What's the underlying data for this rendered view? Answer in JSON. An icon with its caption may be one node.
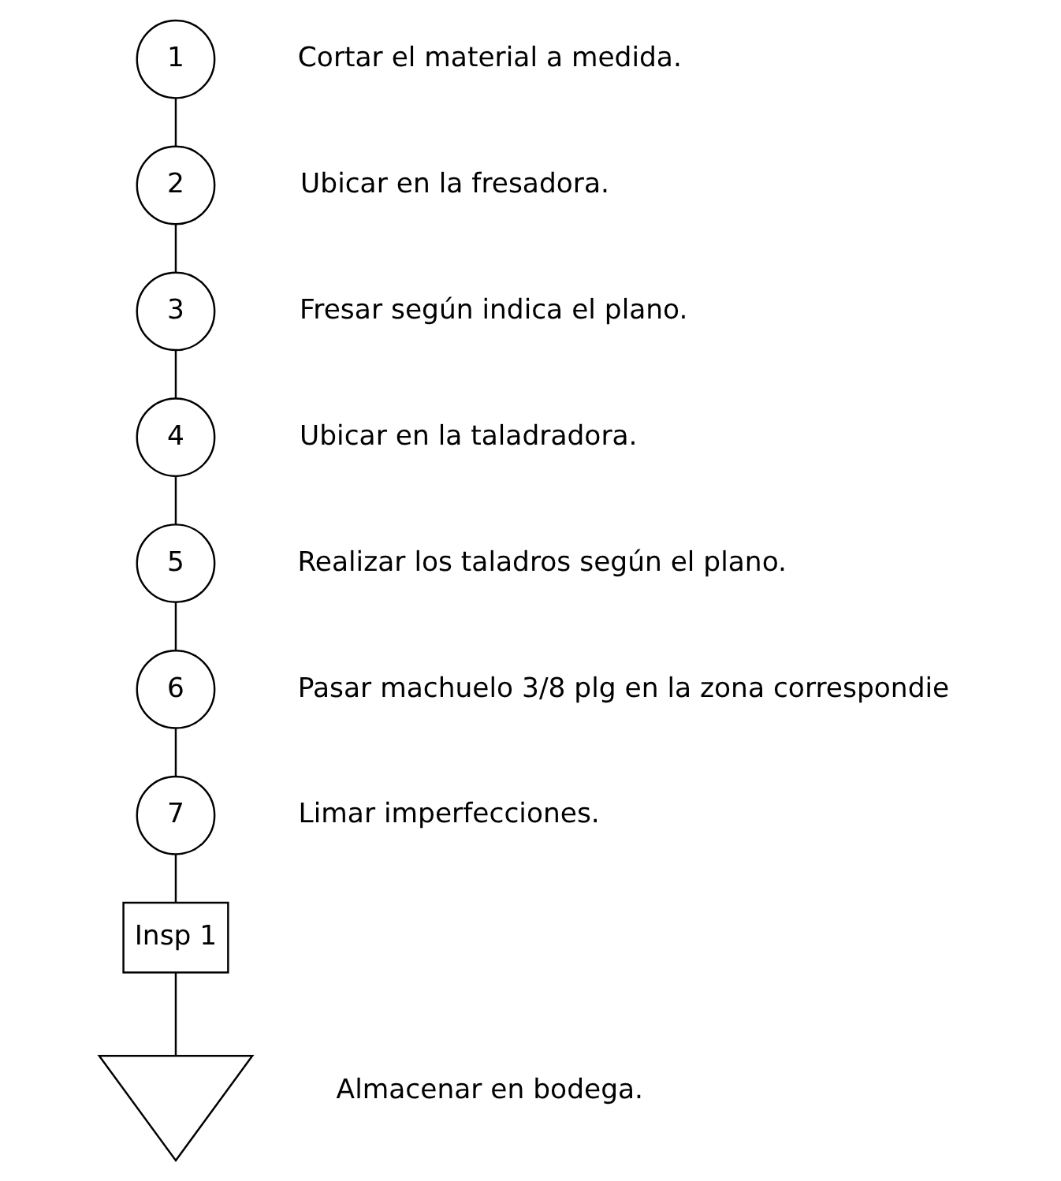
{
  "diagram": {
    "nodes": [
      {
        "text": [
          "1"
        ],
        "beside": [
          "Cortar el material a medida."
        ]
      },
      {
        "text": [
          "2"
        ],
        "beside": [
          "Ubicar en la fresadora."
        ]
      },
      {
        "text": [
          "3"
        ],
        "beside": [
          "Fresar según indica el plano."
        ]
      },
      {
        "text": [
          "4"
        ],
        "beside": [
          "Ubicar en la taladradora."
        ]
      },
      {
        "text": [
          "5"
        ],
        "beside": [
          "Realizar los taladros según el plano."
        ]
      },
      {
        "text": [
          "6"
        ],
        "beside": [
          "Pasar machuelo 3/8 plg en la zona correspondie"
        ]
      },
      {
        "text": [
          "7"
        ],
        "beside": [
          "Limar imperfecciones."
        ]
      },
      {
        "text": [
          "Insp 1"
        ]
      },
      {
        "text": [],
        "shape": "triangle",
        "beside": [
          "Almacenar en bodega."
        ]
      }
    ],
    "edges": [
      {
        "from": 0,
        "to": 1,
        "arrow": "none"
      },
      {
        "from": 1,
        "to": 2,
        "arrow": "none"
      },
      {
        "from": 2,
        "to": 3,
        "arrow": "none"
      },
      {
        "from": 3,
        "to": 4,
        "arrow": "none"
      },
      {
        "from": 4,
        "to": 5,
        "arrow": "none"
      },
      {
        "from": 5,
        "to": 6,
        "arrow": "none"
      },
      {
        "from": 6,
        "to": 7,
        "arrow": "none"
      },
      {
        "from": 7,
        "to": 8,
        "arrow": "none"
      }
    ]
  }
}
